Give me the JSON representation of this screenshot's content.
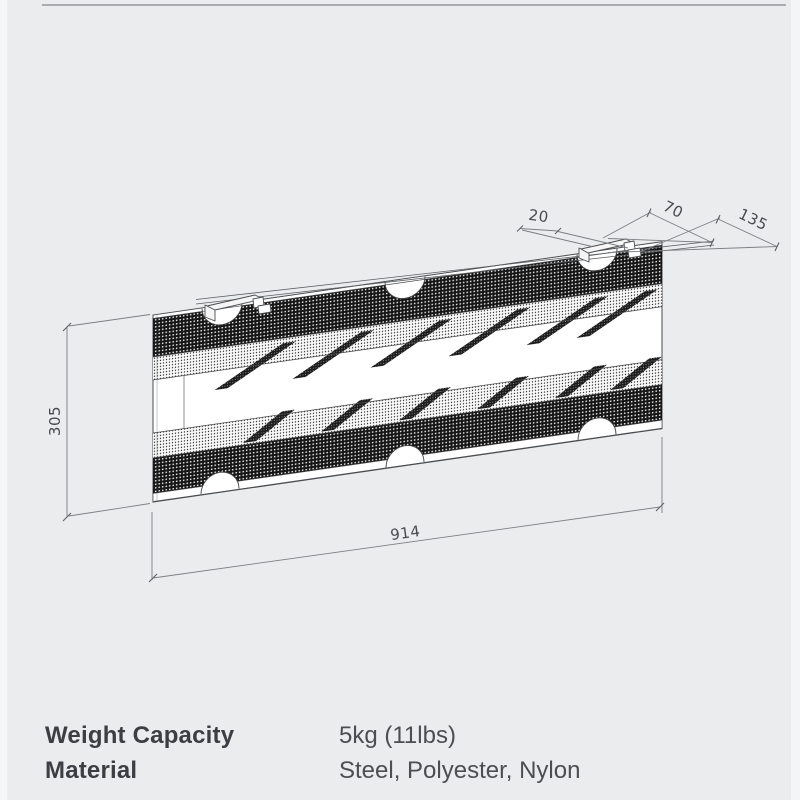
{
  "page": {
    "background": "#ebecee",
    "top_rule_color": "#a9adb0"
  },
  "drawing": {
    "description": "oblique technical drawing of wall-mounted perforated tool rack with elastic straps and two hanging brackets",
    "dimensions": {
      "bracket_tab_width": "20",
      "bracket_depth": "70",
      "total_depth": "135",
      "panel_height": "305",
      "panel_width": "914"
    },
    "colors": {
      "mesh_dark": "#161616",
      "mesh_light_dot": "#2a2a2a",
      "outline": "#55585c",
      "dim_line": "#7c7f83",
      "dim_text": "#46494e"
    }
  },
  "specs": {
    "rows": [
      {
        "label": "Weight Capacity",
        "value": "5kg (11lbs)"
      },
      {
        "label": "Material",
        "value": "Steel, Polyester, Nylon"
      }
    ]
  }
}
